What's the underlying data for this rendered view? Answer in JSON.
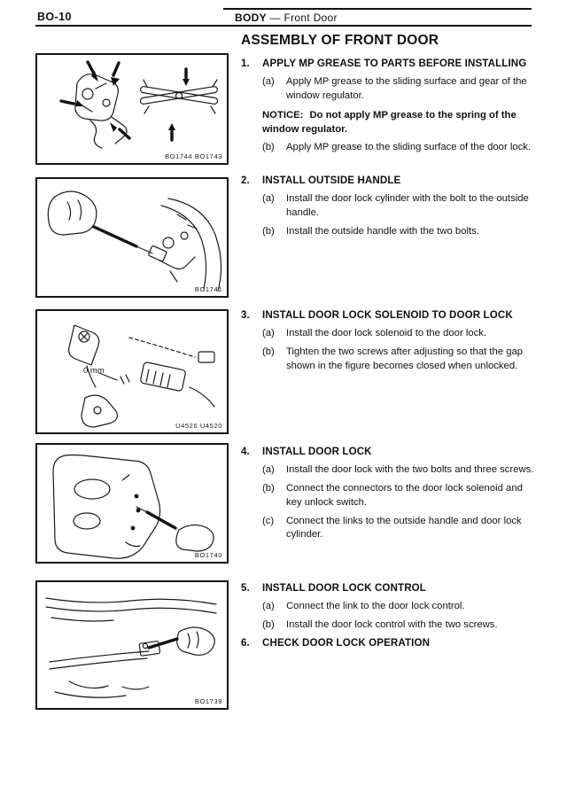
{
  "header": {
    "page_number": "BO-10",
    "section": "BODY",
    "subsection": "—  Front Door"
  },
  "title": "ASSEMBLY OF FRONT DOOR",
  "figures": [
    {
      "code": "BO1744 BO1743"
    },
    {
      "code": "BO1741"
    },
    {
      "code": "U4526 U4520",
      "annotation": "0 mm"
    },
    {
      "code": "BO1740"
    },
    {
      "code": "BO1739"
    }
  ],
  "steps": [
    {
      "num": "1.",
      "title": "APPLY MP GREASE TO PARTS BEFORE INSTALLING",
      "items": [
        {
          "label": "(a)",
          "text": "Apply MP grease to the sliding surface and gear of the window regulator."
        },
        {
          "label": "(b)",
          "text": "Apply MP grease to the sliding surface of the door lock."
        }
      ],
      "notice_label": "NOTICE:",
      "notice_text": "Do not apply MP grease to the spring of the window regulator."
    },
    {
      "num": "2.",
      "title": "INSTALL OUTSIDE HANDLE",
      "items": [
        {
          "label": "(a)",
          "text": "Install the door lock cylinder with the bolt to the outside handle."
        },
        {
          "label": "(b)",
          "text": "Install the outside handle with the two bolts."
        }
      ]
    },
    {
      "num": "3.",
      "title": "INSTALL DOOR LOCK SOLENOID TO DOOR LOCK",
      "items": [
        {
          "label": "(a)",
          "text": "Install the door lock solenoid to the door lock."
        },
        {
          "label": "(b)",
          "text": "Tighten the two screws after adjusting so that the gap shown in the figure becomes closed when unlocked."
        }
      ]
    },
    {
      "num": "4.",
      "title": "INSTALL DOOR LOCK",
      "items": [
        {
          "label": "(a)",
          "text": "Install the door lock with the two bolts and three screws."
        },
        {
          "label": "(b)",
          "text": "Connect the connectors to the door lock solenoid and key unlock switch."
        },
        {
          "label": "(c)",
          "text": "Connect the links to the outside handle and door lock cylinder."
        }
      ]
    },
    {
      "num": "5.",
      "title": "INSTALL DOOR LOCK CONTROL",
      "items": [
        {
          "label": "(a)",
          "text": "Connect the link to the door lock control."
        },
        {
          "label": "(b)",
          "text": "Install the door lock control with the two screws."
        }
      ]
    },
    {
      "num": "6.",
      "title": "CHECK DOOR LOCK OPERATION",
      "items": []
    }
  ]
}
